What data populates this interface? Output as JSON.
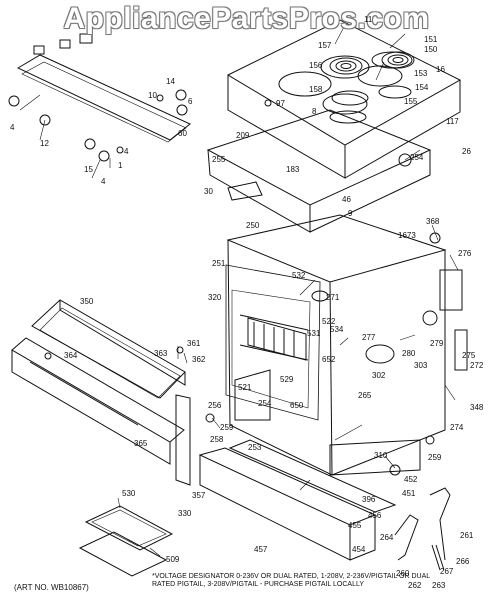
{
  "watermark": "AppliancePartsPros.com",
  "labels": [
    "11",
    "157",
    "151",
    "150",
    "10",
    "14",
    "6",
    "60",
    "97",
    "156",
    "158",
    "153",
    "154",
    "155",
    "16",
    "8",
    "4",
    "12",
    "15",
    "1",
    "4",
    "209",
    "183",
    "117",
    "254",
    "26",
    "255",
    "30",
    "46",
    "9",
    "250",
    "368",
    "1673",
    "251",
    "276",
    "532",
    "271",
    "320",
    "522",
    "534",
    "531",
    "277",
    "280",
    "279",
    "275",
    "272",
    "302",
    "303",
    "4",
    "350",
    "364",
    "363",
    "361",
    "362",
    "529",
    "652",
    "265",
    "521",
    "348",
    "650",
    "256",
    "254",
    "259",
    "258",
    "253",
    "274",
    "365",
    "310",
    "452",
    "259",
    "330",
    "357",
    "396",
    "451",
    "530",
    "456",
    "455",
    "454",
    "457",
    "509",
    "264",
    "260",
    "261",
    "262",
    "263",
    "267",
    "266"
  ],
  "note": "*VOLTAGE DESIGNATOR 0-236V OR DUAL RATED, 1-208V, 2-236V/PIGTAIL OR DUAL RATED PIGTAIL, 3-208V/PIGTAIL - PURCHASE PIGTAIL LOCALLY",
  "art_no": "(ART NO. WB10867)"
}
